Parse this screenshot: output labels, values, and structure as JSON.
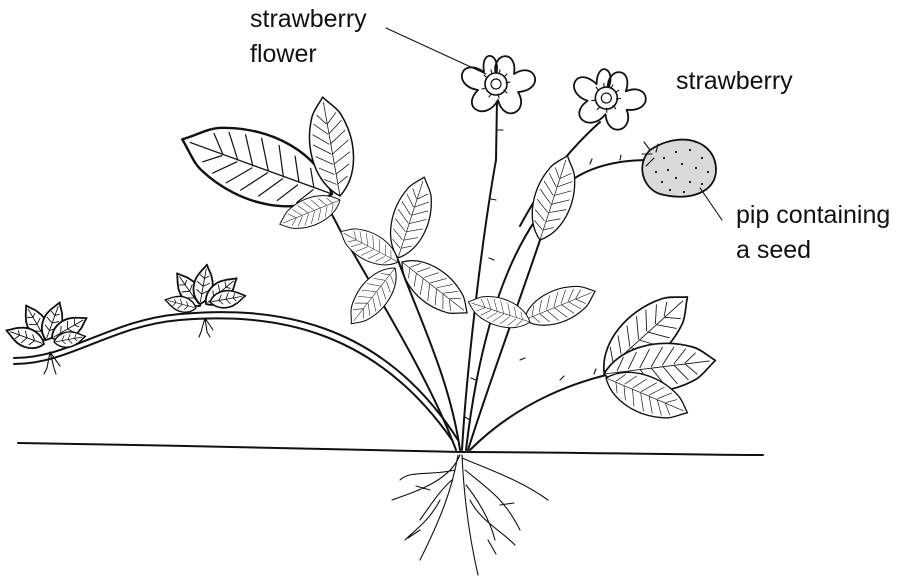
{
  "labels": {
    "flower_line1": "strawberry",
    "flower_line2": "flower",
    "strawberry": "strawberry",
    "pip_line1": "pip containing",
    "pip_line2": "a seed"
  },
  "colors": {
    "ink": "#111111",
    "berry_fill": "#d9d9d9",
    "background": "#ffffff"
  }
}
